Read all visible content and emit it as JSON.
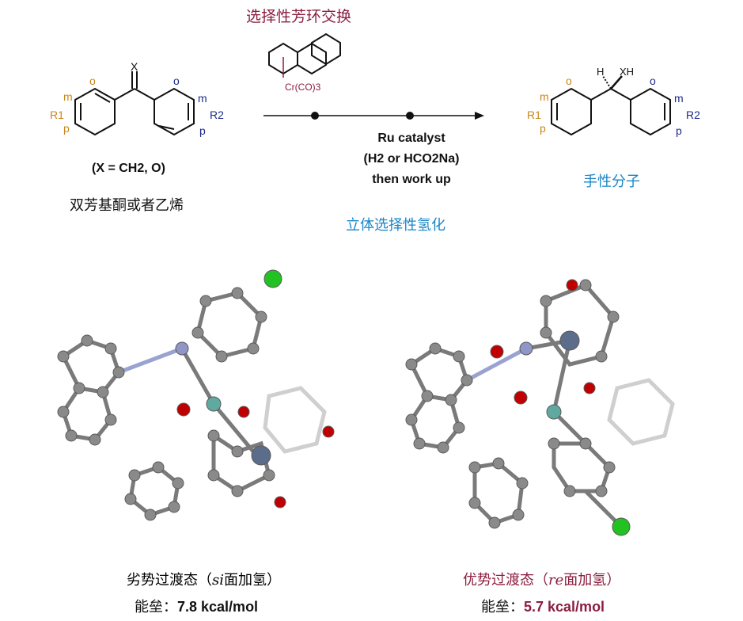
{
  "reaction": {
    "title": "选择性芳环交换",
    "reagent": "Cr(CO)3",
    "conditions": [
      "Ru catalyst",
      "(H2 or HCO2Na)",
      "then work up"
    ],
    "subtitle": "立体选择性氢化",
    "substrate_note": "(X = CH2, O)",
    "substrate_name": "双芳基酮或者乙烯",
    "product_name": "手性分子",
    "substrate_labels": {
      "x": "X",
      "o_left": "o",
      "o_right": "o",
      "m_left": "m",
      "m_right": "m",
      "p_left": "p",
      "p_right": "p",
      "r1": "R1",
      "r2": "R2"
    },
    "product_labels": {
      "h": "H",
      "xh": "XH",
      "o_left": "o",
      "o_right": "o",
      "m_left": "m",
      "m_right": "m",
      "p_left": "p",
      "p_right": "p",
      "r1": "R1",
      "r2": "R2"
    }
  },
  "transition_states": [
    {
      "caption_prefix": "劣势过渡态（",
      "caption_italic": "si",
      "caption_suffix": "面加氢）",
      "energy_label": "能垒：",
      "energy_value": "7.8 kcal/mol",
      "caption_color": "#111111"
    },
    {
      "caption_prefix": "优势过渡态（",
      "caption_italic": "re",
      "caption_suffix": "面加氢）",
      "energy_label": "能垒：",
      "energy_value": "5.7 kcal/mol",
      "caption_color": "#8b1e3f"
    }
  ],
  "colors": {
    "orange": "#c8861a",
    "navy": "#1d2a8a",
    "crimson": "#8b1e3f",
    "blue": "#1a86c8",
    "carbon": "#8a8a8a",
    "oxygen": "#c00000",
    "nitrogen": "#8f97c8",
    "chlorine": "#22c222",
    "metal": "#5b6d8a"
  }
}
